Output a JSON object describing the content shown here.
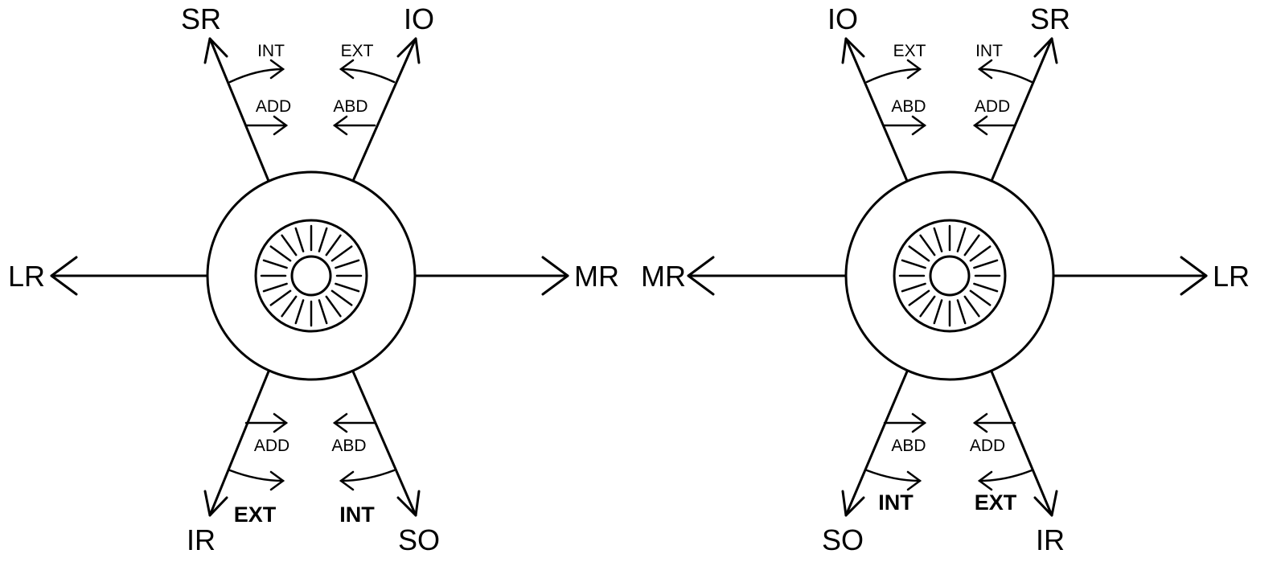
{
  "diagrams": [
    {
      "muscles": {
        "superior_rectus": "SR",
        "inferior_oblique": "IO",
        "lateral_rectus": "LR",
        "medial_rectus": "MR",
        "inferior_rectus": "IR",
        "superior_oblique": "SO"
      },
      "actions": {
        "sr_torsion": "INT",
        "sr_horizontal": "ADD",
        "io_torsion": "EXT",
        "io_horizontal": "ABD",
        "ir_horizontal": "ADD",
        "ir_torsion": "EXT",
        "so_horizontal": "ABD",
        "so_torsion": "INT"
      }
    },
    {
      "muscles": {
        "inferior_oblique": "IO",
        "superior_rectus": "SR",
        "medial_rectus": "MR",
        "lateral_rectus": "LR",
        "superior_oblique": "SO",
        "inferior_rectus": "IR"
      },
      "actions": {
        "io_torsion": "EXT",
        "io_horizontal": "ABD",
        "sr_torsion": "INT",
        "sr_horizontal": "ADD",
        "so_horizontal": "ABD",
        "so_torsion": "INT",
        "ir_horizontal": "ADD",
        "ir_torsion": "EXT"
      }
    }
  ]
}
